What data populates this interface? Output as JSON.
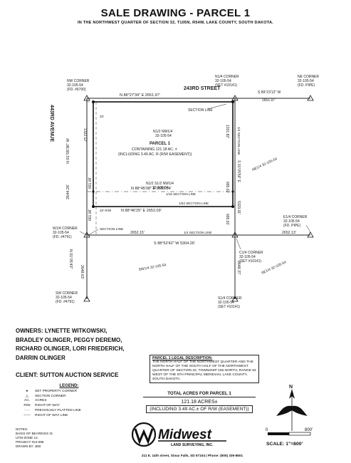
{
  "header": {
    "title": "SALE DRAWING - PARCEL 1",
    "subtitle": "IN THE NORTHWEST QUARTER OF SECTION 32, T105N, R54W, LAKE COUNTY, SOUTH DAKOTA."
  },
  "map": {
    "street_north": "243RD STREET",
    "avenue_west": "443RD AVENUE",
    "nw_corner": [
      "NW CORNER",
      "32-105-54",
      "(FD. #6700)"
    ],
    "n14_corner": [
      "N1/4 CORNER",
      "32-105-54",
      "(SET #10141)"
    ],
    "ne_corner": [
      "NE CORNER",
      "32-105-54",
      "(FD. PIPE)"
    ],
    "w14_corner": [
      "W1/4 CORNER",
      "32-105-54",
      "(FD. #4791)"
    ],
    "e14_corner": [
      "E1/4 CORNER",
      "32-105-54",
      "(FD. PIPE)"
    ],
    "c14_corner": [
      "C1/4 CORNER",
      "32-105-54",
      "(SET #10141)"
    ],
    "sw_corner": [
      "SW CORNER",
      "32-105-54",
      "(FD. #4791)"
    ],
    "s14_corner": [
      "S1/4 CORNER",
      "32-105-54",
      "(SET #10141)"
    ],
    "north_bearing": "N 88°27'34\" E   2651.97'",
    "ne_bearing": "S 89°23'12\" W",
    "ne_distance": "2651.97'",
    "section_line_label": "SECTION LINE",
    "section_line_w": "SECTION LINE",
    "sixteenth_bearing": "N 88°45'08\" E   2652.04'",
    "sixteenth_label": "1/16 SECTION LINE",
    "quarter_bearing": "N 88°46'25\" E   2652.09'",
    "quarter_label": "1/64 SECTION LINE",
    "west_bearing": "N 01°05'36\" W",
    "west_distance": "2644.26'",
    "west_upper": "1322.12'",
    "west_mid": "661.06'",
    "west_low": "661.06'",
    "east_line_label": "1/4 SECTION LINE",
    "east_upper": "1331.82'",
    "east_bearing": "S 01°05'56\" E",
    "east_mid": "665.91'",
    "east_total": "5329.91'",
    "east_low": "665.91'",
    "mid_quarter_dist": "2652.15'",
    "mid_quarter_label": "1/4 SECTION LINE",
    "mid_quarter_bearing": "S 88°52'42\" W   5304.26'",
    "e_quarter_dist": "2652.13'",
    "sw_bearing": "N 01°05'43\"",
    "sw_distance": "2648.63'",
    "s_mid_dist": "2648.37'",
    "ne_quarter_diag": "NE1/4 32-105-54",
    "se_quarter_diag": "SE1/4 32-105-54",
    "sw_quarter_diag": "SW1/4 32-105-54",
    "n2_nw4": [
      "N1/2 NW1/4",
      "32-105-54"
    ],
    "parcel_title": "PARCEL 1",
    "parcel_containing": "CONTAINING 121.18 AC. ±",
    "parcel_easement": "(INCLUDING 3.49 AC. R (R/W EASEMENT))",
    "n2_s2_nw4": [
      "N1/2 S1/2 NW1/4",
      "32-105-54"
    ],
    "row_small_1": "33'",
    "row_small_2": "33' R/W"
  },
  "owners": [
    "OWNERS:  LYNETTE WITKOWSKI,",
    "BRADLEY OLINGER, PEGGY DEREMO,",
    "RICHARD OLINGER, LORI FRIEDERICH,",
    "DARRIN OLINGER"
  ],
  "client": "CLIENT:  SUTTON AUCTION SERVICE",
  "legal": {
    "heading": "PARCEL 1 LEGAL DESCRIPTION:",
    "text": "THE NORTH HALF OF THE NORTHWEST QUARTER AND THE NORTH HALF OF THE SOUTH HALF OF THE NORTHWEST QUARTER OF SECTION 32, TOWNSHIP 105 NORTH, RANGE 54 WEST OF THE 5TH PRINCIPAL MERIDIAN, LAKE COUNTY, SOUTH DAKOTA."
  },
  "totals": {
    "heading": "TOTAL ACRES FOR PARCEL 1",
    "acres": "121.18 ACRES±",
    "easement": "(INCLUDING 3.49 AC.± OF R/W (EASEMENT))"
  },
  "legend": {
    "title": "LEGEND:",
    "items": [
      {
        "symbol": "●",
        "text": "SET PROPERTY CORNER"
      },
      {
        "symbol": "△",
        "text": "SECTION CORNER"
      },
      {
        "symbol": "AC.",
        "text": "ACRES"
      },
      {
        "symbol": "R/W",
        "text": "RIGHT-OF-WAY"
      },
      {
        "symbol": "- - -",
        "text": "PREVIOUSLY PLATTED LINE"
      },
      {
        "symbol": "——",
        "text": "RIGHT OF WAY LINE"
      }
    ]
  },
  "notes": [
    "NOTES:",
    "BASIS OF BEARINGS IS",
    "UTM-ZONE 14.",
    "PROJECT #24-696",
    "DRAWN BY: JEB"
  ],
  "logo": {
    "name": "Midwest",
    "tagline": "LAND SURVEYING, INC."
  },
  "address": "211 E. 14th street, Sioux Falls, SD  57104 | Phone: (605) 339-8501",
  "scale": {
    "zero": "0",
    "max": "800'",
    "text": "SCALE:  1\"=800'",
    "north": "N"
  }
}
